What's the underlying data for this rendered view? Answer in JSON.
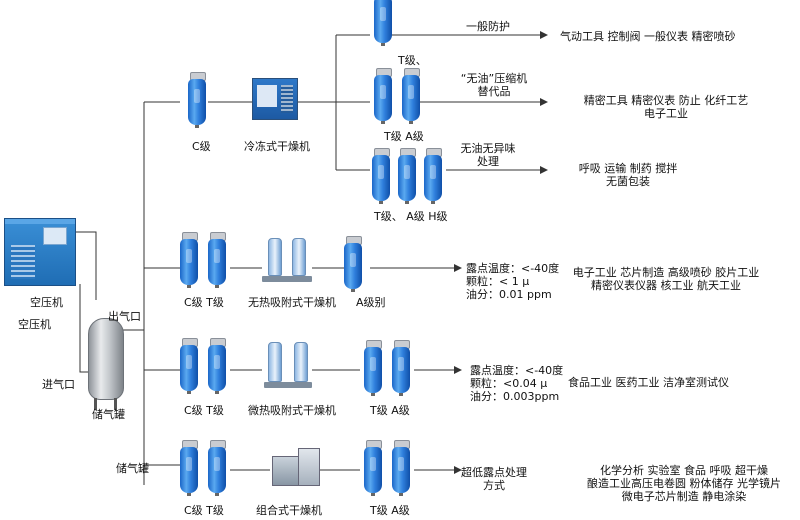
{
  "compressor": {
    "label_1": "空压机",
    "label_2": "空压机"
  },
  "tank": {
    "label": "储气罐",
    "label_2": "储气罐",
    "inlet": "进气口",
    "outlet": "出气口"
  },
  "row1": {
    "filter_label": "C级",
    "dryer_label": "冷冻式干燥机",
    "branches": [
      {
        "filter_label": "T级、",
        "process": "一般防护",
        "apps": [
          "气动工具 控制阀 一般仪表 精密喷砂"
        ]
      },
      {
        "filter_label": "T级  A级",
        "process": [
          "“无油”压缩机",
          "替代品"
        ],
        "apps": [
          "精密工具 精密仪表 防止 化纤工艺",
          "电子工业"
        ]
      },
      {
        "filter_label": "T级、  A级  H级",
        "process": [
          "无油无异味",
          "处理"
        ],
        "apps": [
          "呼吸 运输 制药   搅拌",
          "无菌包装"
        ]
      }
    ]
  },
  "row2": {
    "filters_before": "C级   T级",
    "dryer_label": "无热吸附式干燥机",
    "filters_after": "A级别",
    "specs": [
      "露点温度：<-40度",
      "颗粒：< 1 μ",
      "油分：0.01 ppm"
    ],
    "apps": [
      "电子工业 芯片制造 高级喷砂 胶片工业",
      "精密仪表仪器 核工业 航天工业"
    ]
  },
  "row3": {
    "filters_before": "C级   T级",
    "dryer_label": "微热吸附式干燥机",
    "filters_after": "T级   A级",
    "specs": [
      "露点温度：<-40度",
      "颗粒：<0.04 μ",
      "油分：0.003ppm"
    ],
    "apps": [
      "食品工业 医药工业 洁净室测试仪"
    ]
  },
  "row4": {
    "filters_before": "C级   T级",
    "dryer_label": "组合式干燥机",
    "filters_after": "T级   A级",
    "specs": [
      "超低露点处理",
      "方式"
    ],
    "apps": [
      "化学分析 实验室 食品 呼吸 超干燥",
      "酿造工业高压电卷圆 粉体储存 光学镜片",
      "微电子芯片制造 静电涂染"
    ]
  },
  "colors": {
    "filter_blue": "#2f7fdc",
    "line": "#333333"
  }
}
